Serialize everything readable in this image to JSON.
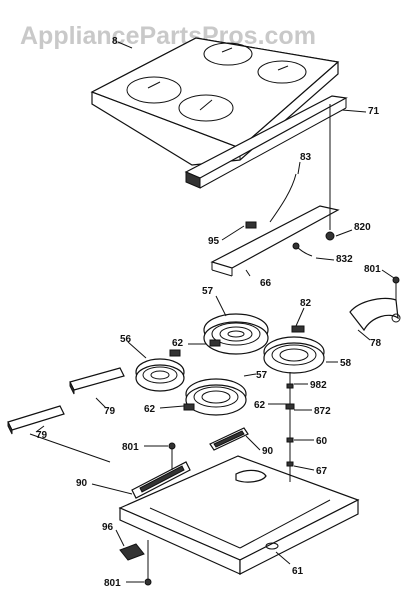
{
  "watermark": "AppliancePartsPros.com",
  "callouts": {
    "c_top": "8",
    "c_71": "71",
    "c_83": "83",
    "c_820": "820",
    "c_95": "95",
    "c_832": "832",
    "c_66": "66",
    "c_801a": "801",
    "c_78": "78",
    "c_57a": "57",
    "c_82a": "82",
    "c_56": "56",
    "c_62a": "62",
    "c_58": "58",
    "c_57b": "57",
    "c_982": "982",
    "c_62b": "62",
    "c_62c": "62",
    "c_872": "872",
    "c_79a": "79",
    "c_79b": "79",
    "c_801b": "801",
    "c_90a": "90",
    "c_60": "60",
    "c_67": "67",
    "c_90b": "90",
    "c_96": "96",
    "c_801c": "801",
    "c_61": "61"
  }
}
